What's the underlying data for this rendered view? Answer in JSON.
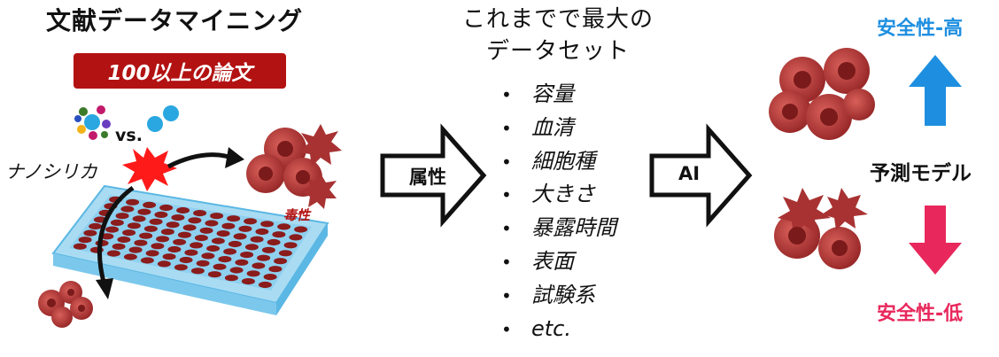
{
  "left": {
    "title": "文献データマイニング",
    "badge": "100以上の論文",
    "vs_label": "vs.",
    "nanosilica_label": "ナノシリカ",
    "toxicity_label": "毒性"
  },
  "arrows": {
    "attributes_label": "属性",
    "ai_label": "AI"
  },
  "middle": {
    "title_line1": "これまでで最大の",
    "title_line2": "データセット",
    "bullet": "•",
    "items": [
      "容量",
      "血清",
      "細胞種",
      "大きさ",
      "暴露時間",
      "表面",
      "試験系",
      "etc."
    ]
  },
  "right": {
    "safety_high": "安全性-高",
    "prediction_model": "予測モデル",
    "safety_low": "安全性-低",
    "colors": {
      "high": "#1e8fe0",
      "low": "#e8285c",
      "cell": "#b23a3a"
    }
  }
}
